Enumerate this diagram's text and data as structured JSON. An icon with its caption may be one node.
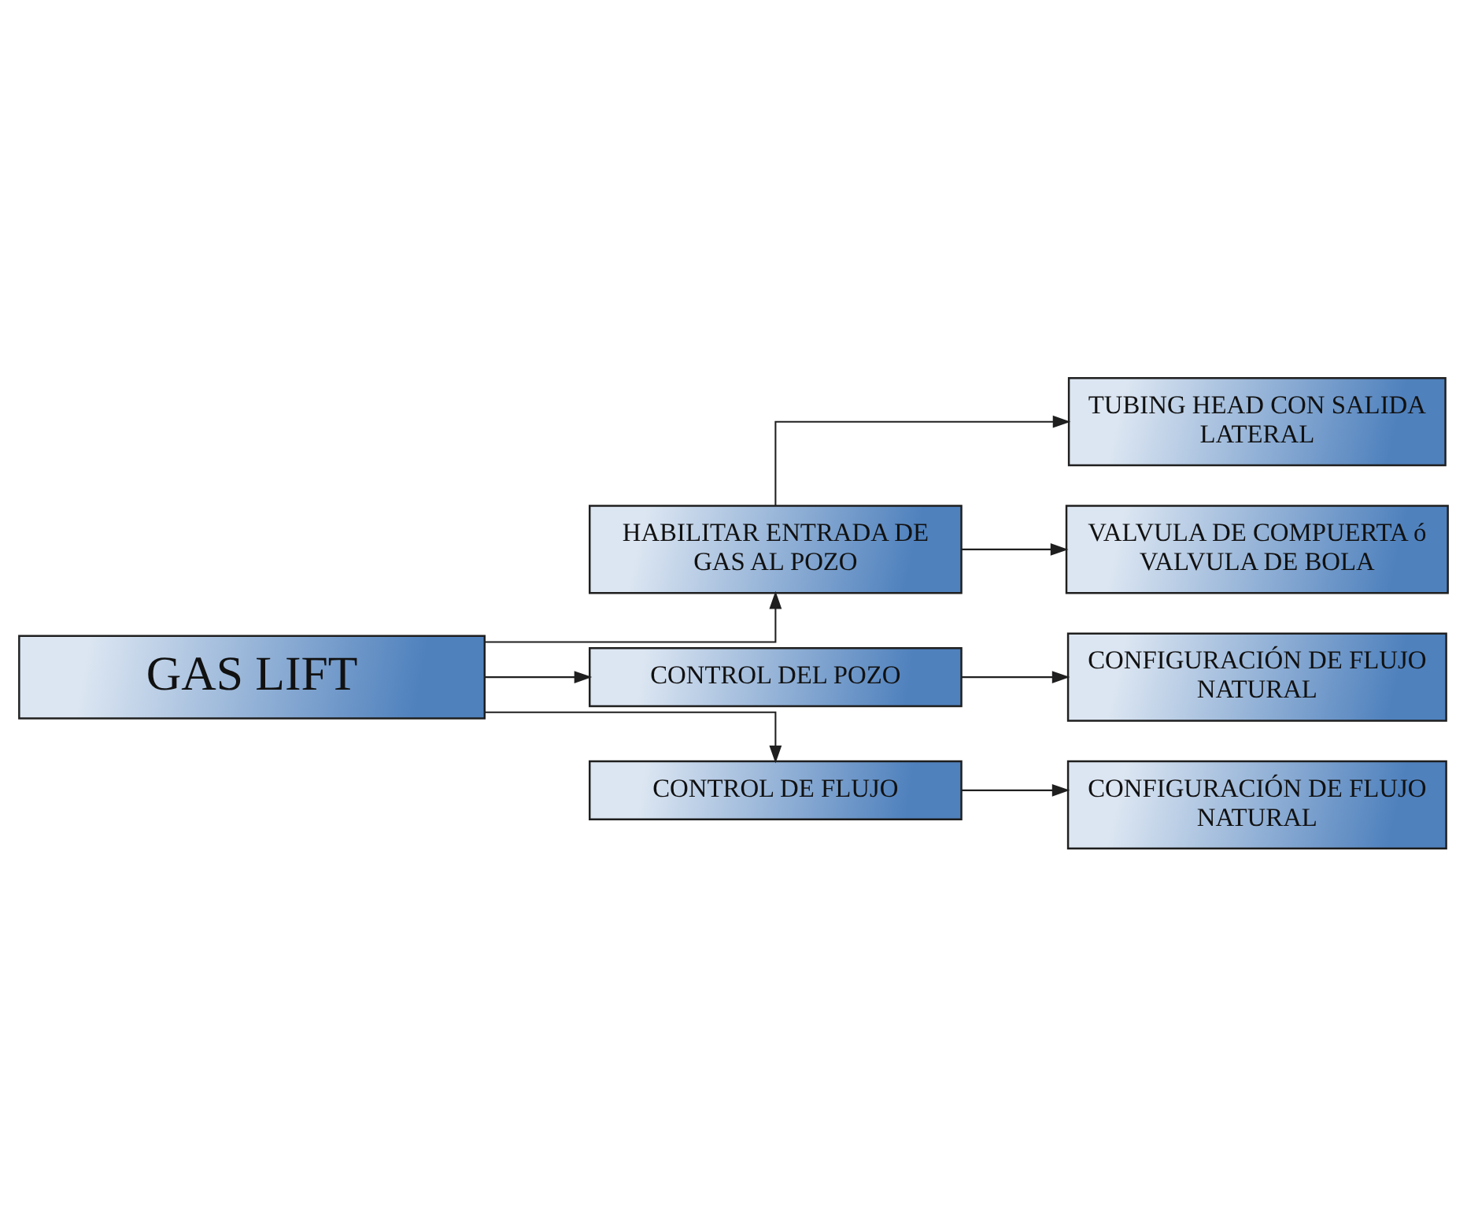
{
  "diagram": {
    "nodes": [
      {
        "text": [
          "GAS LIFT"
        ]
      },
      {
        "text": [
          "HABILITAR ENTRADA DE GAS AL POZO"
        ]
      },
      {
        "text": [
          "TUBING HEAD CON SALIDA LATERAL"
        ]
      },
      {
        "text": [
          "VALVULA DE COMPUERTA ó VALVULA DE BOLA"
        ]
      },
      {
        "text": [
          "CONTROL DEL POZO"
        ]
      },
      {
        "text": [
          "CONFIGURACIÓN DE FLUJO NATURAL"
        ]
      },
      {
        "text": [
          "CONTROL DE FLUJO"
        ]
      },
      {
        "text": [
          "CONFIGURACIÓN DE FLUJO NATURAL"
        ]
      }
    ],
    "edges": [
      {
        "from": 0,
        "to": 1,
        "arrow": "to"
      },
      {
        "from": 0,
        "to": 4,
        "arrow": "to"
      },
      {
        "from": 0,
        "to": 6,
        "arrow": "to"
      },
      {
        "from": 1,
        "to": 2,
        "arrow": "to"
      },
      {
        "from": 1,
        "to": 3,
        "arrow": "to"
      },
      {
        "from": 4,
        "to": 5,
        "arrow": "to"
      },
      {
        "from": 6,
        "to": 7,
        "arrow": "to"
      }
    ]
  }
}
